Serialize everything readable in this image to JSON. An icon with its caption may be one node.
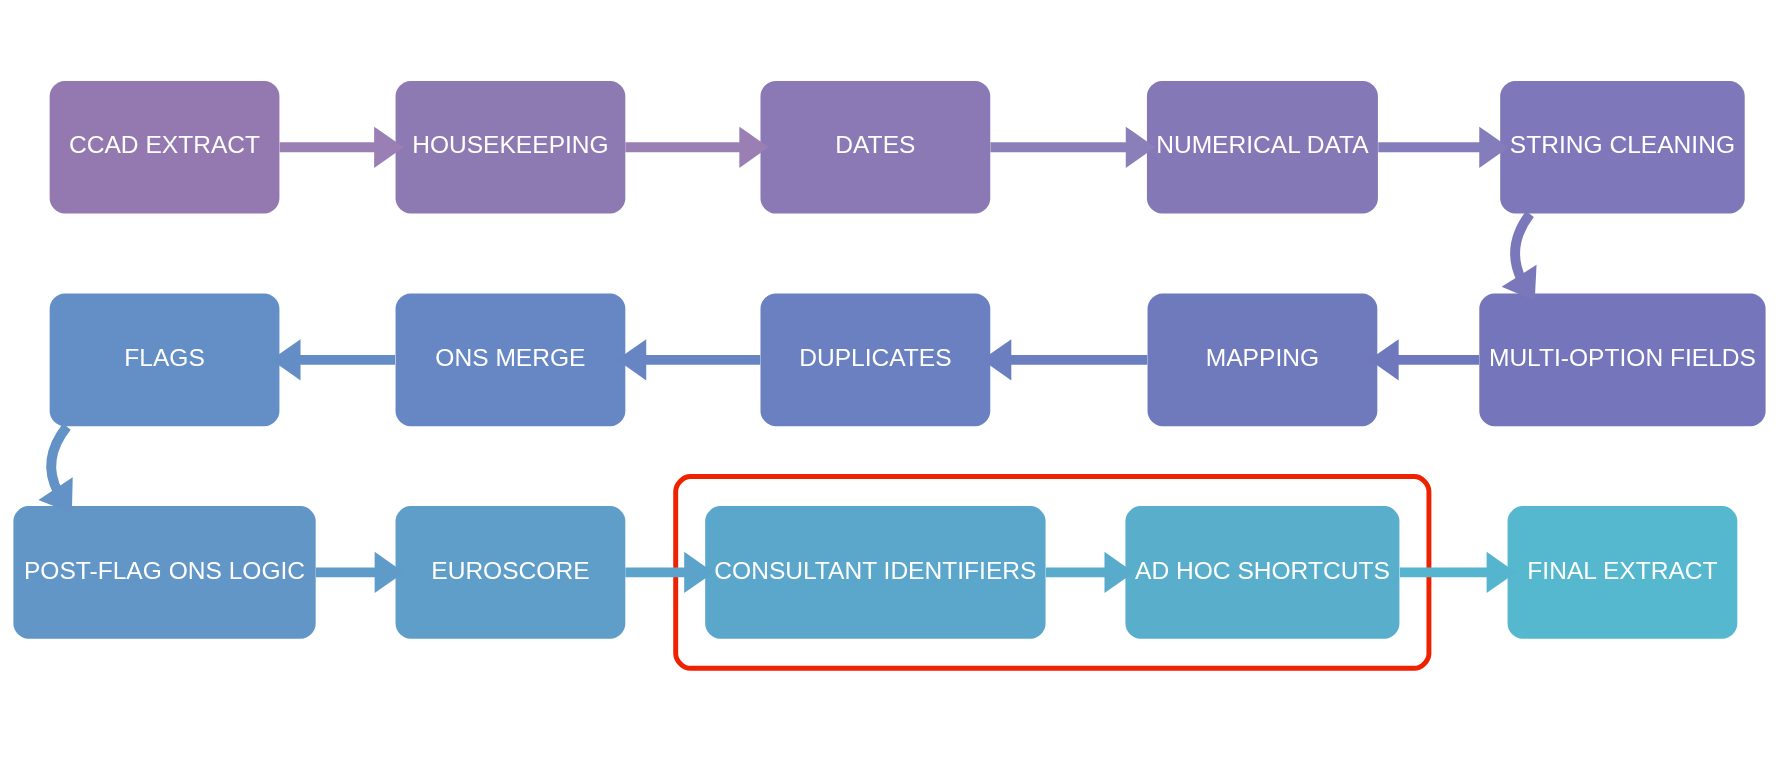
{
  "diagram": {
    "nodes": [
      {
        "text": [
          "CCAD EXTRACT"
        ]
      },
      {
        "text": [
          "HOUSEKEEPING"
        ]
      },
      {
        "text": [
          "DATES"
        ]
      },
      {
        "text": [
          "NUMERICAL DATA"
        ]
      },
      {
        "text": [
          "STRING CLEANING"
        ]
      },
      {
        "text": [
          "MULTI-OPTION FIELDS"
        ]
      },
      {
        "text": [
          "MAPPING"
        ]
      },
      {
        "text": [
          "DUPLICATES"
        ]
      },
      {
        "text": [
          "ONS MERGE"
        ]
      },
      {
        "text": [
          "FLAGS"
        ]
      },
      {
        "text": [
          "POST-FLAG ONS LOGIC"
        ]
      },
      {
        "text": [
          "EUROSCORE"
        ]
      },
      {
        "text": [],
        "shape": "ellipse"
      },
      {
        "text": [
          "CONSULTANT IDENTIFIERS"
        ],
        "in": 12
      },
      {
        "text": [
          "AD HOC SHORTCUTS"
        ],
        "in": 12
      },
      {
        "text": [
          "FINAL EXTRACT"
        ]
      }
    ],
    "edges": [
      {
        "from": 0,
        "to": 1,
        "arrow": "to"
      },
      {
        "from": 1,
        "to": 2,
        "arrow": "to"
      },
      {
        "from": 2,
        "to": 3,
        "arrow": "to"
      },
      {
        "from": 3,
        "to": 4,
        "arrow": "to"
      },
      {
        "from": 4,
        "to": 5,
        "arrow": "to"
      },
      {
        "from": 5,
        "to": 6,
        "arrow": "to"
      },
      {
        "from": 6,
        "to": 7,
        "arrow": "to"
      },
      {
        "from": 7,
        "to": 8,
        "arrow": "to"
      },
      {
        "from": 8,
        "to": 9,
        "arrow": "to"
      },
      {
        "from": 9,
        "to": 10,
        "arrow": "to"
      },
      {
        "from": 10,
        "to": 11,
        "arrow": "to"
      },
      {
        "from": 11,
        "to": 13,
        "arrow": "to"
      },
      {
        "from": 13,
        "to": 14,
        "arrow": "to"
      },
      {
        "from": 14,
        "to": 15,
        "arrow": "to"
      }
    ]
  }
}
